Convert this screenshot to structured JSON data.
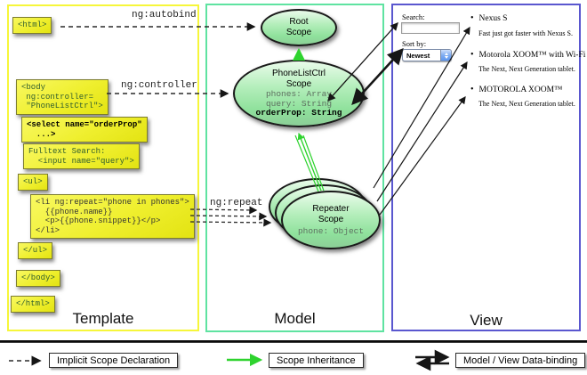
{
  "columns": {
    "template": "Template",
    "model": "Model",
    "view": "View"
  },
  "template_column": {
    "html_open": "<html>",
    "body_open": "<body\n ng:controller=\n \"PhoneListCtrl\">",
    "select": "<select name=\"orderProp\"\n  ...>",
    "fulltext": "Fulltext Search:\n  <input name=\"query\">",
    "ul_open": "<ul>",
    "li_repeat": "<li ng:repeat=\"phone in phones\">\n  {{phone.name}}\n  <p>{{phone.snippet}}</p>\n</li>",
    "ul_close": "</ul>",
    "body_close": "</body>",
    "html_close": "</html>"
  },
  "arrows": {
    "ng_autobind": "ng:autobind",
    "ng_controller": "ng:controller",
    "ng_repeat": "ng:repeat"
  },
  "model_column": {
    "root_scope": {
      "title": "Root\nScope"
    },
    "phonelist_scope": {
      "title": "PhoneListCtrl\nScope",
      "phones": "phones: Array",
      "query": "query: String",
      "order_prop": "orderProp: String"
    },
    "repeater_scope": {
      "title": "Repeater\nScope",
      "phone": "phone: Object"
    }
  },
  "view_column": {
    "search_label": "Search:",
    "sort_label": "Sort by:",
    "sort_value": "Newest",
    "bullet_glyph": "•",
    "items": [
      {
        "title": "Nexus S",
        "desc": "Fast just got faster with Nexus S."
      },
      {
        "title": "Motorola XOOM™ with Wi-Fi",
        "desc": "The Next, Next Generation tablet."
      },
      {
        "title": "MOTOROLA XOOM™",
        "desc": "The Next, Next Generation tablet."
      }
    ]
  },
  "legend": {
    "implicit": "Implicit Scope Declaration",
    "inheritance": "Scope Inheritance",
    "binding": "Model / View Data-binding"
  },
  "colors": {
    "template_border": "#f6f63a",
    "model_border": "#5fe3a1",
    "view_border": "#5a57cf",
    "scope_green_arrow": "#2ed32e",
    "code_box_yellow": "#efef2e"
  }
}
